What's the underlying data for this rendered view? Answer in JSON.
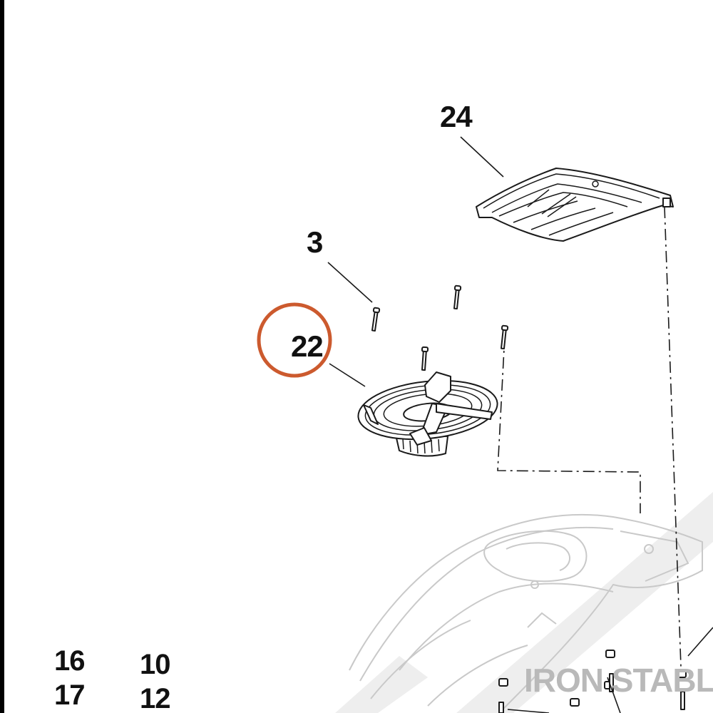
{
  "diagram": {
    "callouts": {
      "part_24": "24",
      "part_3": "3",
      "part_22": "22"
    },
    "index_numbers": [
      "16",
      "17",
      "10",
      "12"
    ],
    "watermark": "IRON STABLE",
    "highlight_color": "#cc5a2e"
  }
}
